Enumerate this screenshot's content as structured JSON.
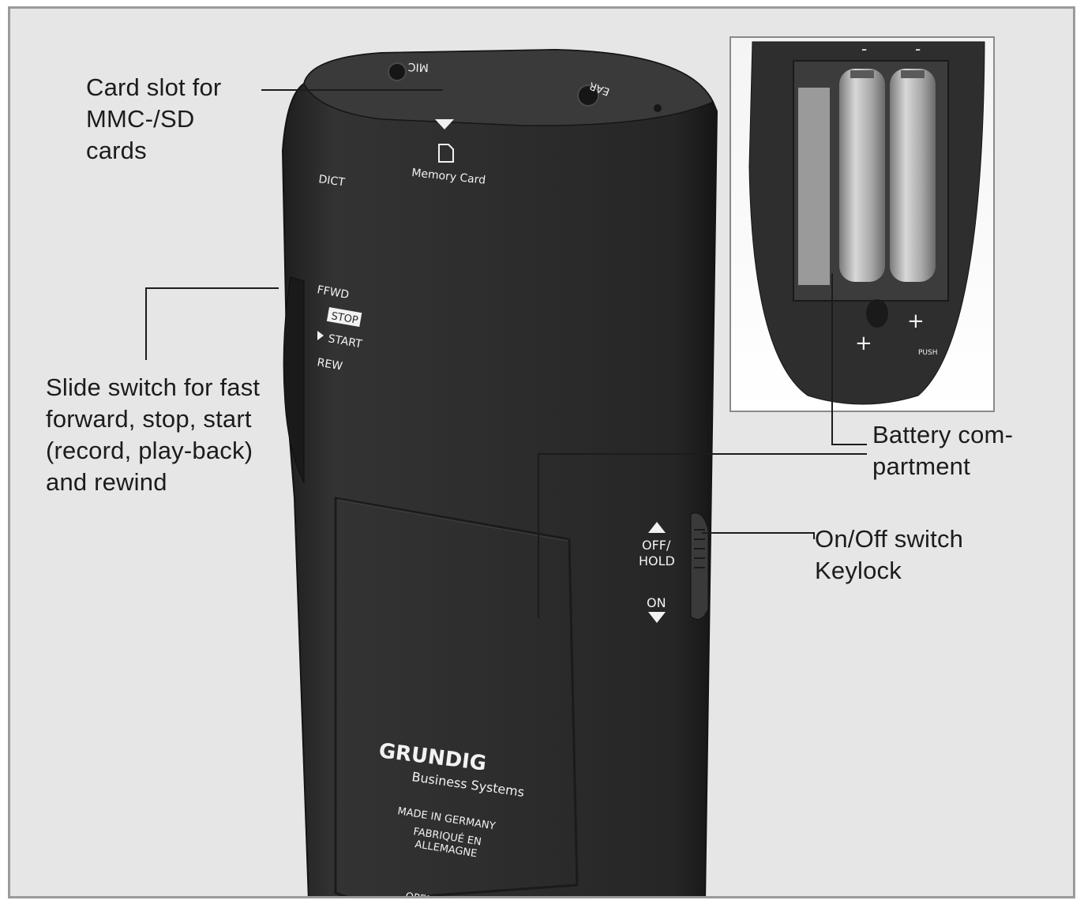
{
  "callouts": {
    "card_slot": "Card slot for\nMMC-/SD\ncards",
    "slide_switch": "Slide switch for fast\nforward, stop, start\n(record, play-back)\nand rewind",
    "battery": "Battery com-\npartment",
    "onoff": "On/Off switch\nKeylock"
  },
  "device_print": {
    "top_mic": "MIC",
    "top_ear": "EAR",
    "memory_card": "Memory Card",
    "dict": "DICT",
    "ffwd": "FFWD",
    "stop": "STOP",
    "start": "START",
    "rew": "REW",
    "off_hold_1": "OFF/",
    "off_hold_2": "HOLD",
    "on": "ON",
    "brand": "GRUNDIG",
    "business": "Business Systems",
    "made_in": "MADE IN GERMANY",
    "fabrique_1": "FABRIQUÉ EN",
    "fabrique_2": "ALLEMAGNE",
    "open": "OPEN",
    "inset_plus_1": "+",
    "inset_plus_2": "+",
    "inset_minus_1": "-",
    "inset_minus_2": "-",
    "inset_push": "PUSH"
  },
  "colors": {
    "background": "#e6e6e6",
    "device": "#2b2b2b",
    "device_edge": "#1a1a1a",
    "label_text": "#1c1c1c"
  }
}
